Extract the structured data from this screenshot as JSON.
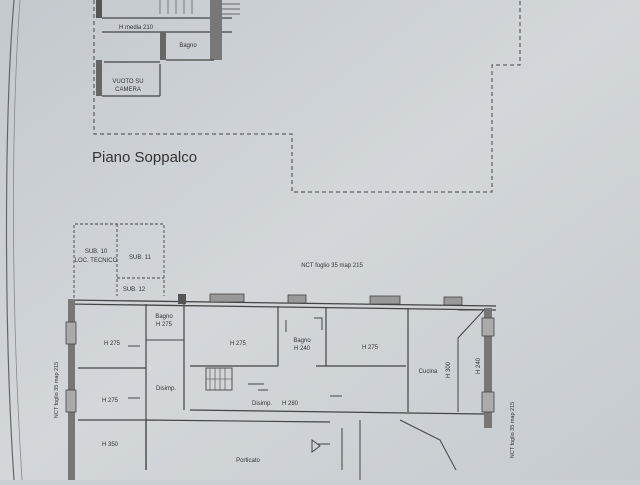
{
  "plan": {
    "mezzanine": {
      "title": "Piano Soppalco",
      "rooms": {
        "h_media": "H media 210",
        "bagno": "Bagno",
        "vuoto_line1": "VUOTO SU",
        "vuoto_line2": "CAMERA"
      }
    },
    "ground": {
      "parcel_top": "NCT foglio 35 map 215",
      "parcel_left": "NCT foglio 35 map 215",
      "parcel_right": "NCT foglio 35 map 215",
      "sub10_line1": "SUB. 10",
      "sub10_line2": "LOC. TECNICO",
      "sub11": "SUB. 11",
      "sub12": "SUB. 12",
      "bagno_left_1": "Bagno",
      "bagno_left_2": "H 275",
      "room_h275_a": "H 275",
      "room_h275_b": "H 275",
      "room_h275_c": "H 275",
      "room_h275_d": "H 275",
      "bagno_mid_1": "Bagno",
      "bagno_mid_2": "H 240",
      "disimp_left": "Disimp.",
      "disimp_mid": "Disimp.",
      "h280": "H 280",
      "cucina": "Cucina",
      "h300": "H 300",
      "h240_right": "H 240",
      "h350": "H 350",
      "porticato": "Porticato"
    }
  }
}
